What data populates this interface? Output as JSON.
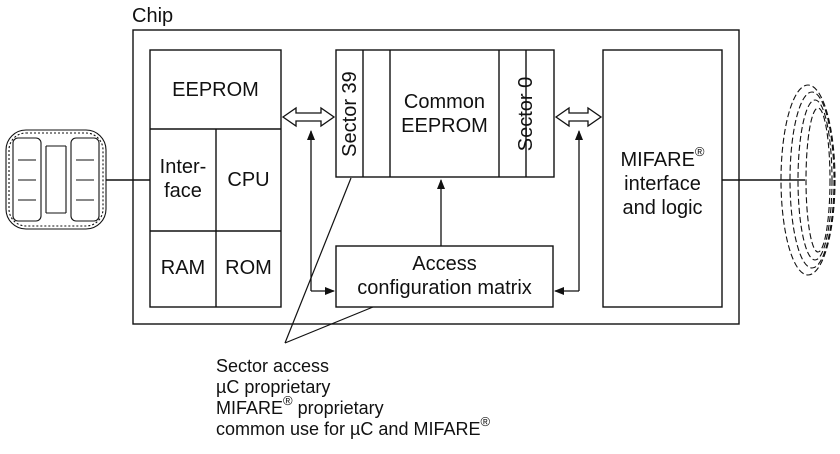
{
  "diagram": {
    "chip_label": "Chip",
    "eeprom_label": "EEPROM",
    "interface_label": "Inter-",
    "interface_label_2": "face",
    "cpu_label": "CPU",
    "ram_label": "RAM",
    "rom_label": "ROM",
    "sector_39_label": "Sector 39",
    "sector_0_label": "Sector 0",
    "common_eeprom_line1": "Common",
    "common_eeprom_line2": "EEPROM",
    "access_line1": "Access",
    "access_line2": "configuration matrix",
    "mifare_name": "MIFARE",
    "mifare_line2": "interface",
    "mifare_line3": "and logic",
    "registered_mark": "®",
    "note_line1": "Sector access",
    "note_line2": "µC proprietary",
    "note_line3_name": "MIFARE",
    "note_line3_rest": " proprietary",
    "note_line4_prefix": "common use for µC and MIFARE"
  }
}
